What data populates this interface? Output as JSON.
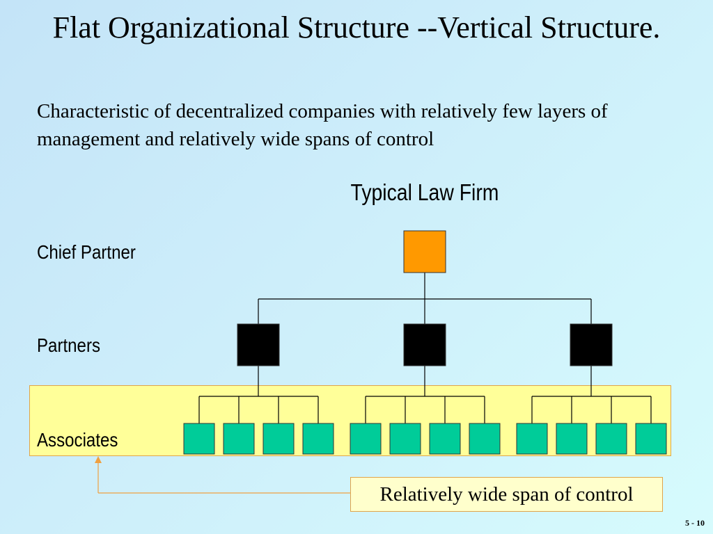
{
  "slide": {
    "title": "Flat Organizational Structure --Vertical Structure.",
    "subtitle": "Characteristic of decentralized companies with relatively few layers of management and relatively wide spans of control",
    "page_number": "5 - 10"
  },
  "diagram": {
    "title": "Typical Law Firm",
    "levels": {
      "chief": "Chief Partner",
      "partners": "Partners",
      "associates": "Associates"
    },
    "partner_count": 3,
    "associates_per_partner": 4,
    "callout": "Relatively wide span of control",
    "colors": {
      "chief": "#ff9900",
      "partner": "#000000",
      "associate": "#00cc99",
      "highlight": "#ffff99",
      "accent_line": "#f0a040"
    }
  }
}
